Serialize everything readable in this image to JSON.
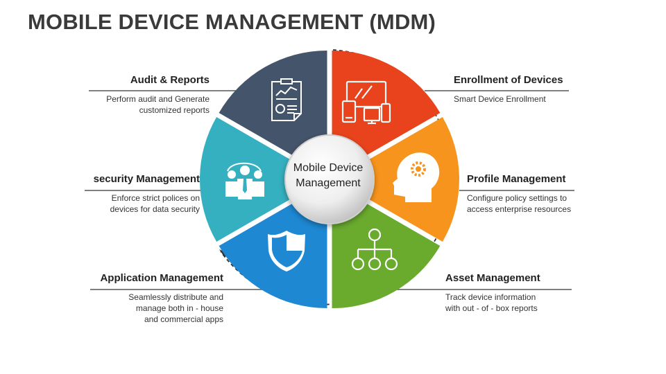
{
  "title": "MOBILE DEVICE MANAGEMENT (MDM)",
  "center": {
    "line1": "Mobile Device",
    "line2": "Management"
  },
  "colors": {
    "enrollment": "#e8431c",
    "profile": "#f7941d",
    "asset": "#6aab2e",
    "application": "#1e88d2",
    "security": "#35b0c0",
    "audit": "#44546a"
  },
  "segments": [
    {
      "key": "enrollment",
      "heading": "Enrollment of Devices",
      "desc": [
        "Smart Device Enrollment"
      ],
      "icon": "devices-icon"
    },
    {
      "key": "profile",
      "heading": "Profile Management",
      "desc": [
        "Configure policy settings to",
        "access enterprise resources"
      ],
      "icon": "head-gear-icon"
    },
    {
      "key": "asset",
      "heading": "Asset Management",
      "desc": [
        "Track device information",
        "with out - of - box reports"
      ],
      "icon": "hierarchy-icon"
    },
    {
      "key": "application",
      "heading": "Application Management",
      "desc": [
        "Seamlessly distribute and",
        "manage both in - house",
        "and commercial apps"
      ],
      "icon": "shield-icon"
    },
    {
      "key": "security",
      "heading": "security Management",
      "desc": [
        "Enforce strict polices on",
        "devices for data security"
      ],
      "icon": "team-icon"
    },
    {
      "key": "audit",
      "heading": "Audit & Reports",
      "desc": [
        "Perform audit and Generate",
        "customized reports"
      ],
      "icon": "report-icon"
    }
  ]
}
